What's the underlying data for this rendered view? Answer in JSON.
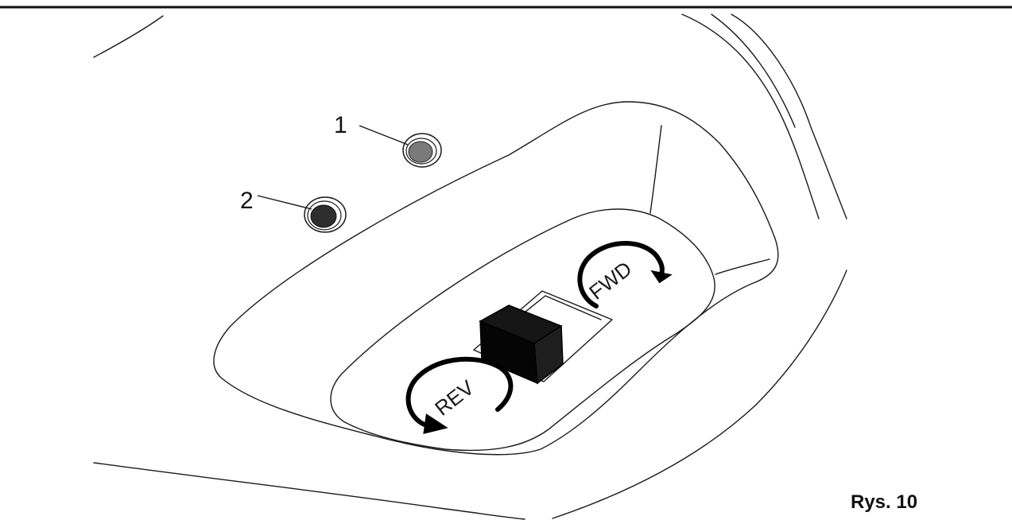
{
  "callouts": [
    {
      "label": "1",
      "name": "indicator-light-1"
    },
    {
      "label": "2",
      "name": "indicator-light-2"
    }
  ],
  "direction_switch": {
    "forward_label": "FWD",
    "reverse_label": "REV"
  },
  "caption": "Rys. 10",
  "colors": {
    "line": "#1a1a1a",
    "switch_knob": "#0a0a0a",
    "light_1": "#7a7a7a",
    "light_2": "#2e2e2e"
  }
}
